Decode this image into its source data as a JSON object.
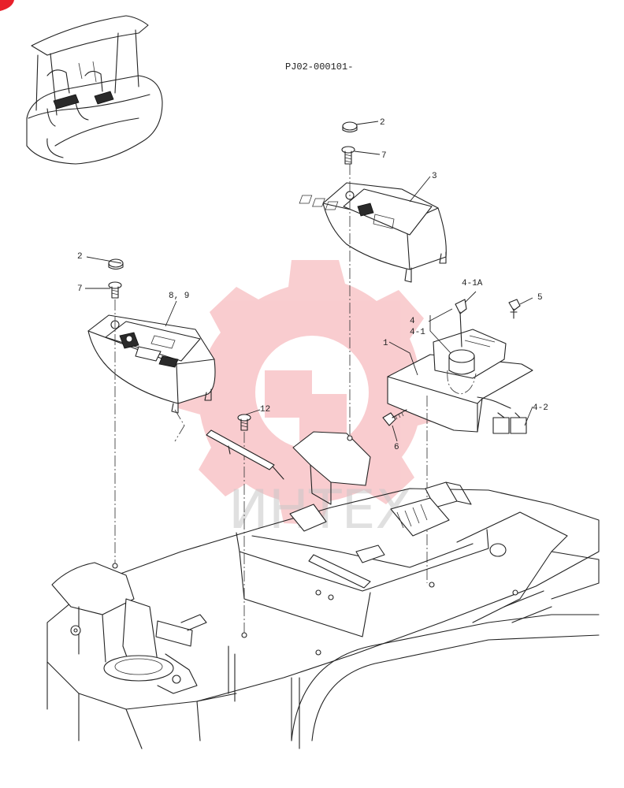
{
  "drawing": {
    "code": "PJ02-000101-",
    "watermark_text": "ИНТЕХ",
    "watermark_color": "#e83a42",
    "corner_marker_color": "#e8202a"
  },
  "callouts": [
    {
      "id": "c-2-right",
      "text": "2"
    },
    {
      "id": "c-7-right",
      "text": "7"
    },
    {
      "id": "c-3",
      "text": "3"
    },
    {
      "id": "c-2-left",
      "text": "2"
    },
    {
      "id": "c-7-left",
      "text": "7"
    },
    {
      "id": "c-8-9",
      "text": "8, 9"
    },
    {
      "id": "c-4-1a",
      "text": "4-1A"
    },
    {
      "id": "c-5",
      "text": "5"
    },
    {
      "id": "c-4",
      "text": "4"
    },
    {
      "id": "c-4-1",
      "text": "4-1"
    },
    {
      "id": "c-1",
      "text": "1"
    },
    {
      "id": "c-4-2",
      "text": "4-2"
    },
    {
      "id": "c-12",
      "text": "12"
    },
    {
      "id": "c-6",
      "text": "6"
    }
  ],
  "icons": {
    "machine_thumbnail": "excavator-cab-icon",
    "watermark_logo": "gear-logo-icon"
  }
}
